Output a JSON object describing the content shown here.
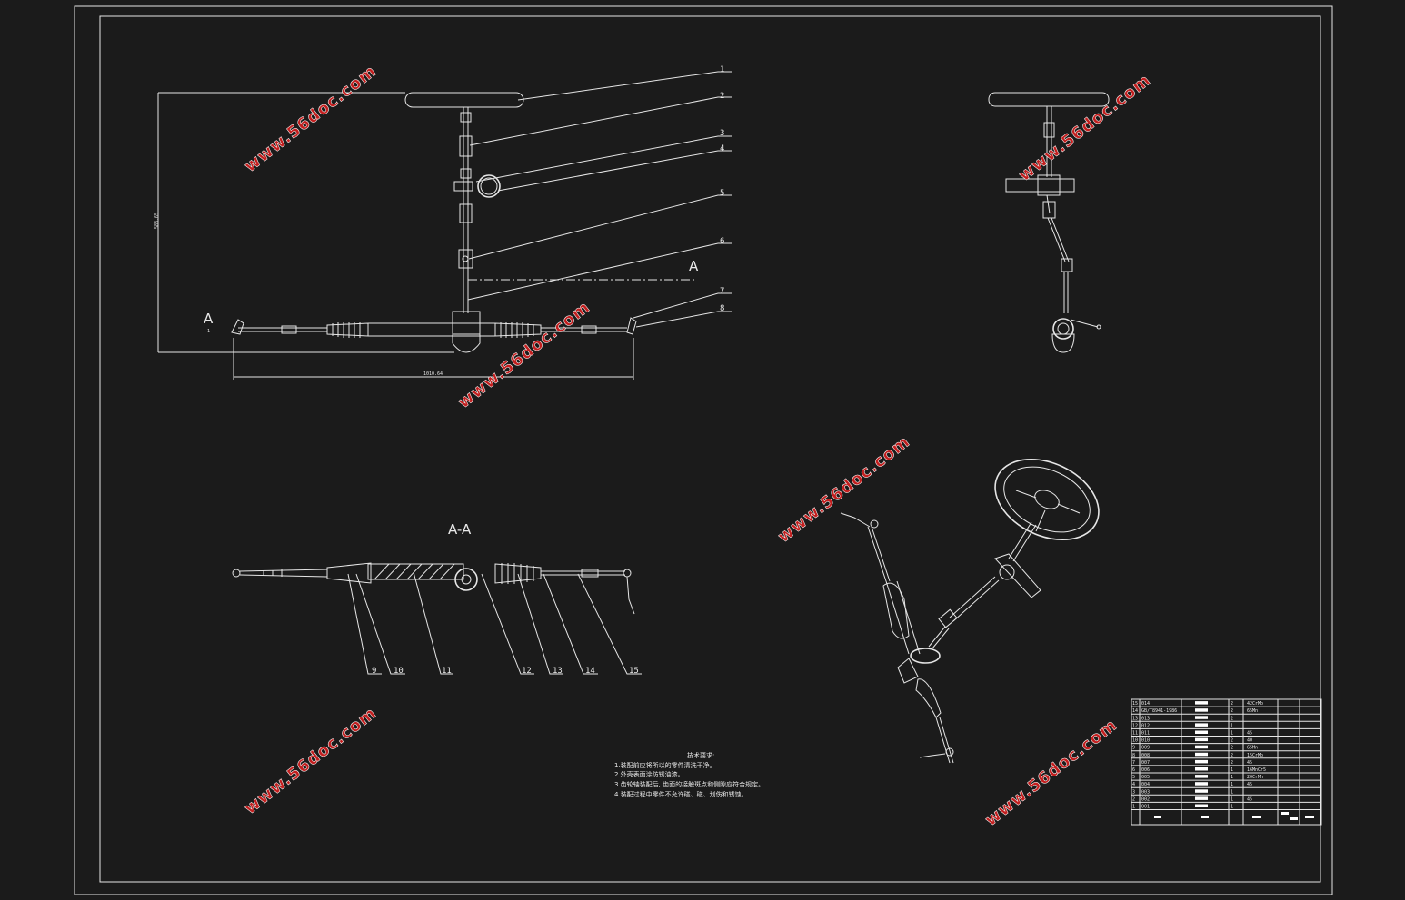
{
  "watermark": "www.56doc.com",
  "colors": {
    "background": "#1b1b1b",
    "lines": "#e6e6e6",
    "watermark": "#c21f1f"
  },
  "section": {
    "marker": "A",
    "marker_sub": "1",
    "title": "A-A"
  },
  "dimensions": {
    "height": "583.65",
    "width": "1010.64"
  },
  "balloons_top": [
    "1",
    "2",
    "3",
    "4",
    "5",
    "6",
    "7",
    "8"
  ],
  "balloons_section": [
    "9",
    "10",
    "11",
    "12",
    "13",
    "14",
    "15"
  ],
  "tech_requirements": {
    "title": "技术要求:",
    "items": [
      "1.装配前应将所以的零件清洗干净。",
      "2.外壳表面涂防锈油漆。",
      "3.齿轮轴装配后, 齿面的接触斑点和侧隙应符合规定。",
      "4.装配过程中零件不允许碰、磁、划伤和锈蚀。"
    ]
  },
  "parts_list": [
    {
      "no": "15",
      "code": "014",
      "qty": "2",
      "material": "42CrMo"
    },
    {
      "no": "14",
      "code": "GB/T8941-1986",
      "qty": "2",
      "material": "65Mn"
    },
    {
      "no": "13",
      "code": "013",
      "qty": "2",
      "material": ""
    },
    {
      "no": "12",
      "code": "012",
      "qty": "1",
      "material": ""
    },
    {
      "no": "11",
      "code": "011",
      "qty": "1",
      "material": "45"
    },
    {
      "no": "10",
      "code": "010",
      "qty": "2",
      "material": "40"
    },
    {
      "no": "9",
      "code": "009",
      "qty": "2",
      "material": "65Mn"
    },
    {
      "no": "8",
      "code": "008",
      "qty": "2",
      "material": "15CrMo"
    },
    {
      "no": "7",
      "code": "007",
      "qty": "2",
      "material": "45"
    },
    {
      "no": "6",
      "code": "006",
      "qty": "1",
      "material": "16MnCr5"
    },
    {
      "no": "5",
      "code": "005",
      "qty": "1",
      "material": "20CrMn"
    },
    {
      "no": "4",
      "code": "004",
      "qty": "1",
      "material": "45"
    },
    {
      "no": "3",
      "code": "003",
      "qty": "1",
      "material": ""
    },
    {
      "no": "2",
      "code": "002",
      "qty": "1",
      "material": "45"
    },
    {
      "no": "1",
      "code": "001",
      "qty": "1",
      "material": ""
    }
  ]
}
